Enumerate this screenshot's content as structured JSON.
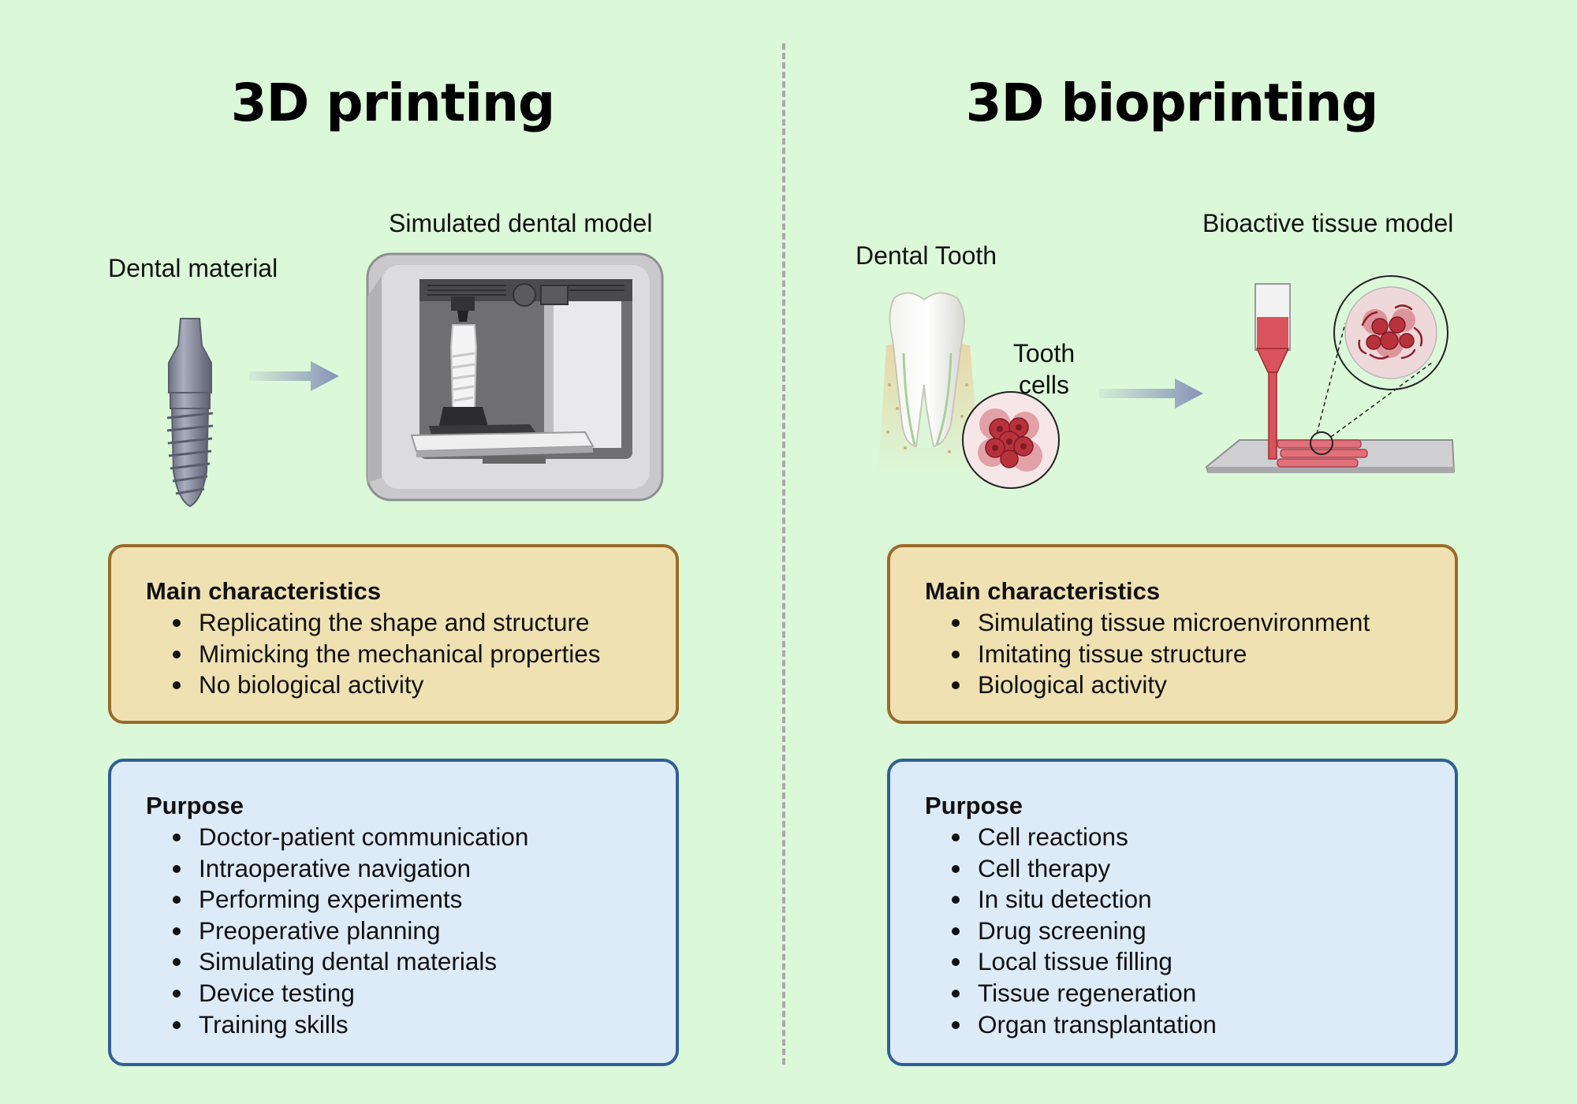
{
  "left": {
    "title": "3D printing",
    "labels": {
      "material": "Dental material",
      "model": "Simulated dental model"
    },
    "characteristics": {
      "heading": "Main characteristics",
      "items": [
        "Replicating the shape and structure",
        "Mimicking the mechanical properties",
        "No biological activity"
      ]
    },
    "purpose": {
      "heading": "Purpose",
      "items": [
        "Doctor-patient communication",
        "Intraoperative navigation",
        "Performing experiments",
        "Preoperative planning",
        "Simulating dental materials",
        "Device testing",
        "Training skills"
      ]
    }
  },
  "right": {
    "title": "3D bioprinting",
    "labels": {
      "tooth": "Dental Tooth",
      "cells_line1": "Tooth",
      "cells_line2": "cells",
      "model": "Bioactive tissue model"
    },
    "characteristics": {
      "heading": "Main characteristics",
      "items": [
        "Simulating tissue microenvironment",
        "Imitating tissue structure",
        "Biological activity"
      ]
    },
    "purpose": {
      "heading": "Purpose",
      "items": [
        "Cell reactions",
        "Cell therapy",
        "In situ detection",
        "Drug screening",
        "Local tissue filling",
        "Tissue regeneration",
        "Organ transplantation"
      ]
    }
  },
  "colors": {
    "background": "#dbf8d8",
    "characteristics_fill": "#f0e1b2",
    "characteristics_border": "#9a6b2b",
    "purpose_fill": "#ddebf8",
    "purpose_border": "#2f5f95",
    "arrow": "#8793b8",
    "cell_red": "#b8323c"
  },
  "icons": [
    "dental-implant-icon",
    "arrow-right-icon",
    "3d-printer-icon",
    "tooth-icon",
    "cell-cluster-icon",
    "bioprinter-icon"
  ]
}
